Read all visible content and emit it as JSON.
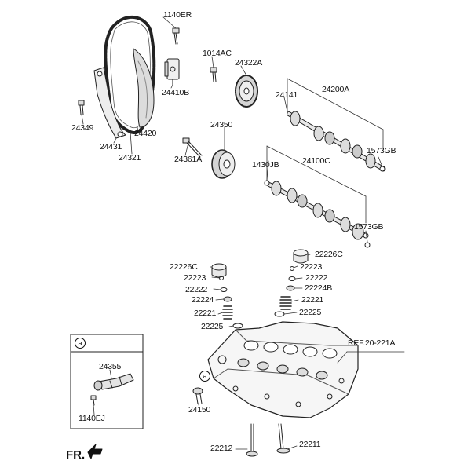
{
  "labels": {
    "l1140ER": "1140ER",
    "l1014AC": "1014AC",
    "l24322A": "24322A",
    "l24410B": "24410B",
    "l24141": "24141",
    "l24200A": "24200A",
    "l24349": "24349",
    "l24420": "24420",
    "l24431": "24431",
    "l24321": "24321",
    "l24350": "24350",
    "l24361A": "24361A",
    "l1573GB_a": "1573GB",
    "l1430JB": "1430JB",
    "l24100C": "24100C",
    "l1573GB_b": "1573GB",
    "l22226C_l": "22226C",
    "l22226C_r": "22226C",
    "l22223_r": "22223",
    "l22223_l": "22223",
    "l22222_r": "22222",
    "l22222_l": "22222",
    "l22224B": "22224B",
    "l22224": "22224",
    "l22221_r": "22221",
    "l22221_l": "22221",
    "l22225_r": "22225",
    "l22225_l": "22225",
    "lREF": "REF.20-221A",
    "l24355": "24355",
    "l1140EJ": "1140EJ",
    "l24150": "24150",
    "l22212": "22212",
    "l22211": "22211"
  },
  "callout_mark": "a",
  "direction_label": "FR."
}
